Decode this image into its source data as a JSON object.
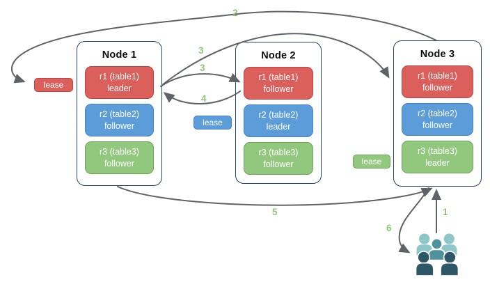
{
  "diagram": {
    "nodes": [
      {
        "title": "Node 1",
        "replicas": [
          {
            "name": "r1 (table1)",
            "role": "leader"
          },
          {
            "name": "r2 (table2)",
            "role": "follower"
          },
          {
            "name": "r3 (table3)",
            "role": "follower"
          }
        ]
      },
      {
        "title": "Node 2",
        "replicas": [
          {
            "name": "r1 (table1)",
            "role": "follower"
          },
          {
            "name": "r2 (table2)",
            "role": "leader"
          },
          {
            "name": "r3 (table3)",
            "role": "follower"
          }
        ]
      },
      {
        "title": "Node 3",
        "replicas": [
          {
            "name": "r1 (table1)",
            "role": "follower"
          },
          {
            "name": "r2 (table2)",
            "role": "follower"
          },
          {
            "name": "r3 (table3)",
            "role": "leader"
          }
        ]
      }
    ],
    "leases": [
      {
        "label": "lease",
        "color": "#db5f5b"
      },
      {
        "label": "lease",
        "color": "#5c9cd9"
      },
      {
        "label": "lease",
        "color": "#92c77e"
      }
    ],
    "steps": [
      {
        "label": "1"
      },
      {
        "label": "2"
      },
      {
        "label": "3"
      },
      {
        "label": "3"
      },
      {
        "label": "4"
      },
      {
        "label": "5"
      },
      {
        "label": "6"
      }
    ],
    "icons": {
      "users": "users-group"
    },
    "colors": {
      "replica_red": "#db5f5b",
      "replica_blue": "#5c9cd9",
      "replica_green": "#92c77e",
      "node_border": "#27416b",
      "arrow": "#5f6368",
      "step_label": "#90c578",
      "users_light": "#8fc6c8",
      "users_medium": "#4e939b",
      "users_dark": "#2d5766"
    }
  }
}
